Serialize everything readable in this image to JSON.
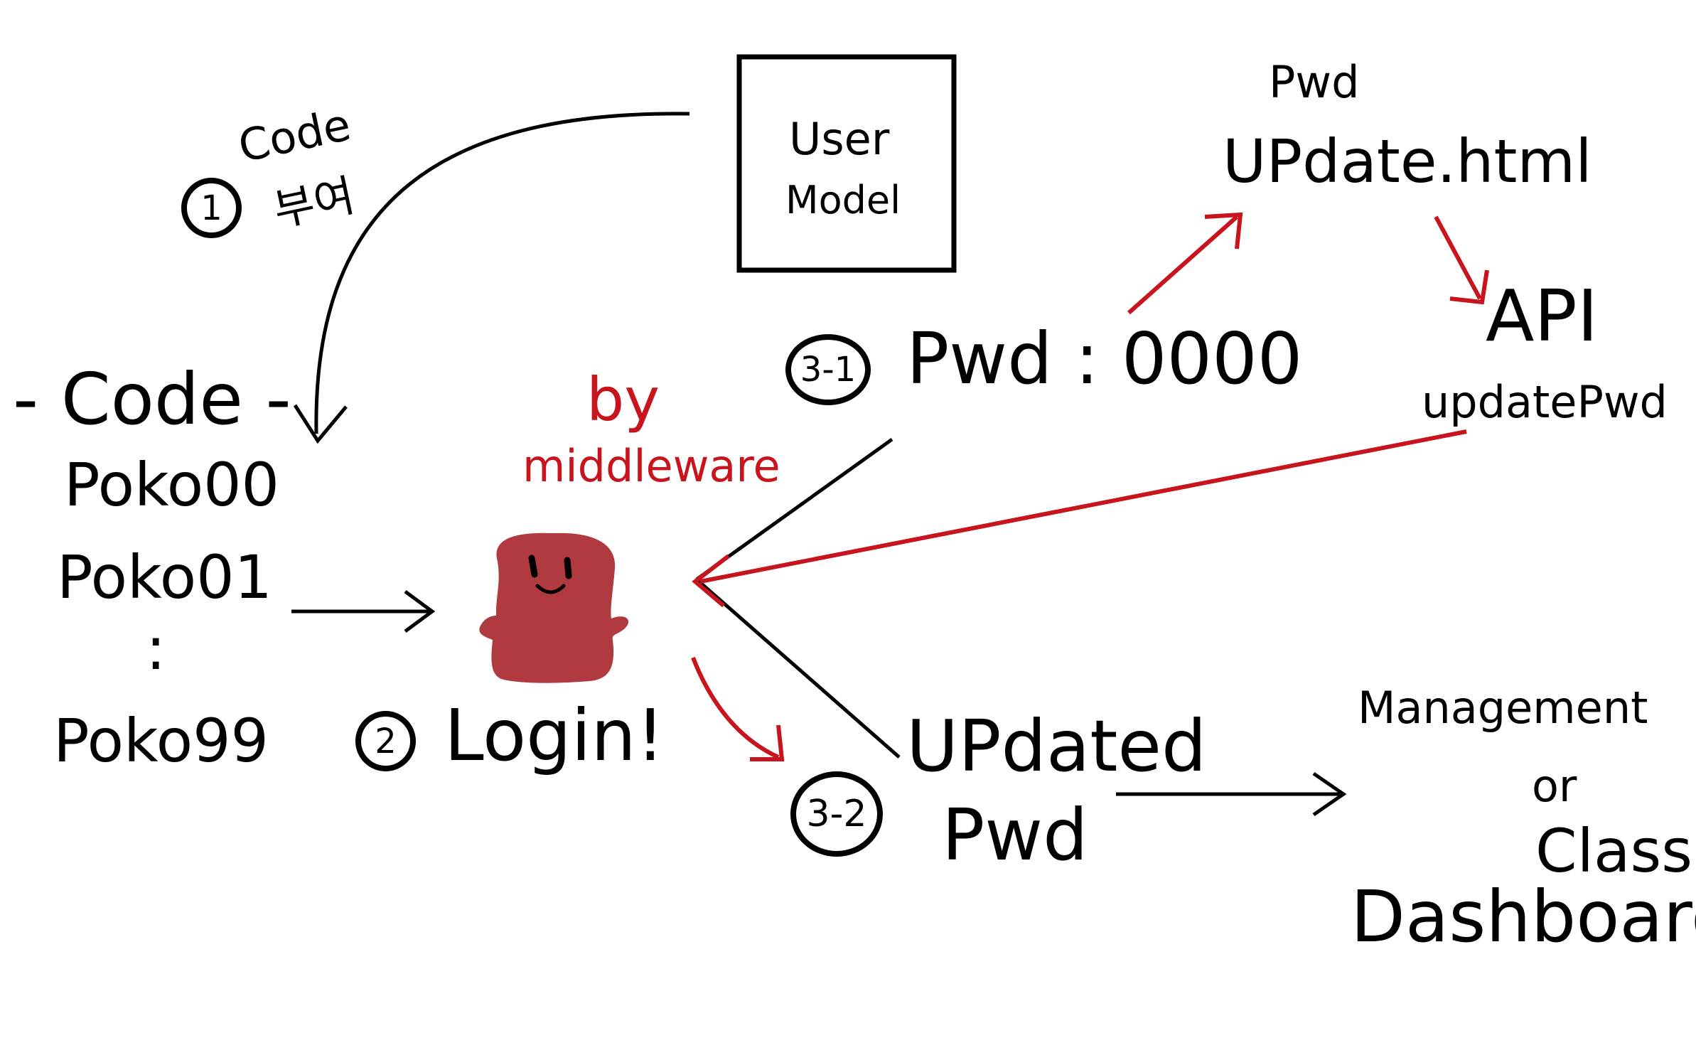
{
  "code_block": {
    "title": "- Code -",
    "codes": [
      "Poko00",
      "Poko01",
      ":",
      "Poko99"
    ]
  },
  "step1": {
    "badge": "1",
    "label_line1": "Code",
    "label_line2": "부여"
  },
  "user_model": {
    "line1": "User",
    "line2": "Model"
  },
  "step2": {
    "badge": "2",
    "label": "Login!"
  },
  "middleware": {
    "line1": "by",
    "line2": "middleware"
  },
  "step3_1": {
    "badge": "3-1",
    "label": "Pwd : 0000"
  },
  "pwd_update_page": {
    "line1": "Pwd",
    "line2": "UPdate.html"
  },
  "api": {
    "line1": "API",
    "line2": "updatePwd"
  },
  "step3_2": {
    "badge": "3-2",
    "label_line1": "UPdated",
    "label_line2": "Pwd"
  },
  "dashboard": {
    "line1": "Management",
    "line2": "or",
    "line3": "Class",
    "line4": "Dashboard"
  },
  "colors": {
    "ink": "#000000",
    "accent": "#c8141c",
    "mascot": "#b03a3f"
  }
}
